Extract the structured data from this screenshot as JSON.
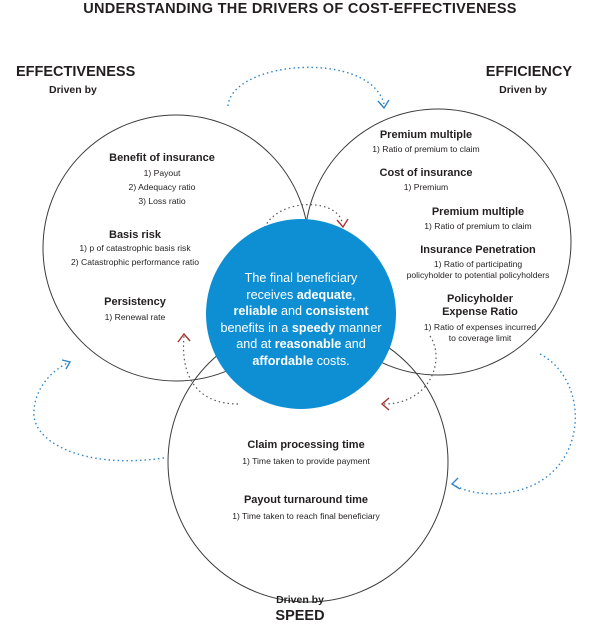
{
  "title": "UNDERSTANDING THE DRIVERS OF COST-EFFECTIVENESS",
  "effectiveness": {
    "title": "EFFECTIVENESS",
    "driven_by": "Driven by",
    "drivers": [
      {
        "heading": "Benefit of insurance",
        "items": [
          "1) Payout",
          "2) Adequacy ratio",
          "3) Loss ratio"
        ]
      },
      {
        "heading": "Basis risk",
        "items": [
          "1) p of catastrophic basis risk",
          "2) Catastrophic performance ratio"
        ]
      },
      {
        "heading": "Persistency",
        "items": [
          "1) Renewal rate"
        ]
      }
    ]
  },
  "efficiency": {
    "title": "EFFICIENCY",
    "driven_by": "Driven by",
    "drivers": [
      {
        "heading": "Premium multiple",
        "items": [
          "1) Ratio of premium to claim"
        ]
      },
      {
        "heading": "Cost of insurance",
        "items": [
          "1) Premium"
        ]
      },
      {
        "heading": "Premium multiple",
        "items": [
          "1) Ratio of premium to claim"
        ]
      },
      {
        "heading": "Insurance Penetration",
        "items": [
          "1) Ratio of participating",
          "policyholder to potential policyholders"
        ]
      },
      {
        "heading_lines": [
          "Policyholder",
          "Expense Ratio"
        ],
        "items": [
          "1) Ratio of expenses incurred",
          "to coverage limit"
        ]
      }
    ]
  },
  "speed": {
    "title": "SPEED",
    "driven_by": "Driven by",
    "drivers": [
      {
        "heading": "Claim processing time",
        "items": [
          "1) Time taken to provide payment"
        ]
      },
      {
        "heading": "Payout turnaround time",
        "items": [
          "1) Time taken to reach final beneficiary"
        ]
      }
    ]
  },
  "center": {
    "segments": [
      [
        "The final beneficiary"
      ],
      [
        "receives ",
        {
          "b": "adequate"
        },
        ","
      ],
      [
        {
          "b": "reliable"
        },
        " and ",
        {
          "b": "consistent"
        }
      ],
      [
        "benefits in a ",
        {
          "b": "speedy"
        },
        " manner"
      ],
      [
        "and at ",
        {
          "b": "reasonable"
        },
        " and"
      ],
      [
        {
          "b": "affordable"
        },
        " costs."
      ]
    ]
  },
  "colors": {
    "center_fill": "#0e8fd4",
    "circle_stroke": "#3c3c3c",
    "arrow_blue": "#2f86c8",
    "arrow_red": "#a33",
    "dots_dark": "#555555"
  }
}
